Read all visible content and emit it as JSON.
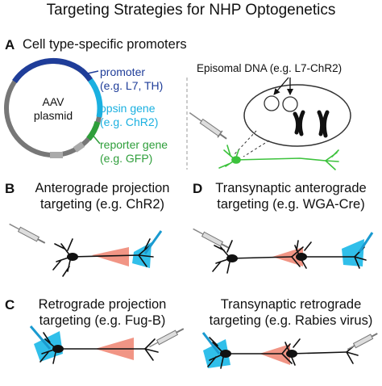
{
  "title": "Targeting Strategies for NHP Optogenetics",
  "panel_a": {
    "letter": "A",
    "heading": "Cell type-specific promoters",
    "plasmid_label_line1": "AAV",
    "plasmid_label_line2": "plasmid",
    "promoter_line1": "promoter",
    "promoter_line2": "(e.g. L7, TH)",
    "opsin_line1": "opsin gene",
    "opsin_line2": "(e.g. ChR2)",
    "reporter_line1": "reporter gene",
    "reporter_line2": "(e.g. GFP)",
    "episomal_label": "Episomal DNA (e.g. L7-ChR2)"
  },
  "panel_b": {
    "letter": "B",
    "heading_line1": "Anterograde projection",
    "heading_line2": "targeting (e.g. ChR2)"
  },
  "panel_c": {
    "letter": "C",
    "heading_line1": "Retrograde projection",
    "heading_line2": "targeting (e.g. Fug-B)"
  },
  "panel_d": {
    "letter": "D",
    "heading_line1": "Transynaptic anterograde",
    "heading_line2": "targeting (e.g. WGA-Cre)"
  },
  "panel_e": {
    "heading_line1": "Transynaptic retrograde",
    "heading_line2": "targeting (e.g. Rabies virus)"
  },
  "colors": {
    "promoter": "#1f3d99",
    "opsin": "#1ab0e0",
    "reporter": "#2e9e3a",
    "light_cone": "#f08a78",
    "expression_zone": "#1ab8e8",
    "neuron": "#111111",
    "gfp_neuron": "#3cc23c"
  }
}
